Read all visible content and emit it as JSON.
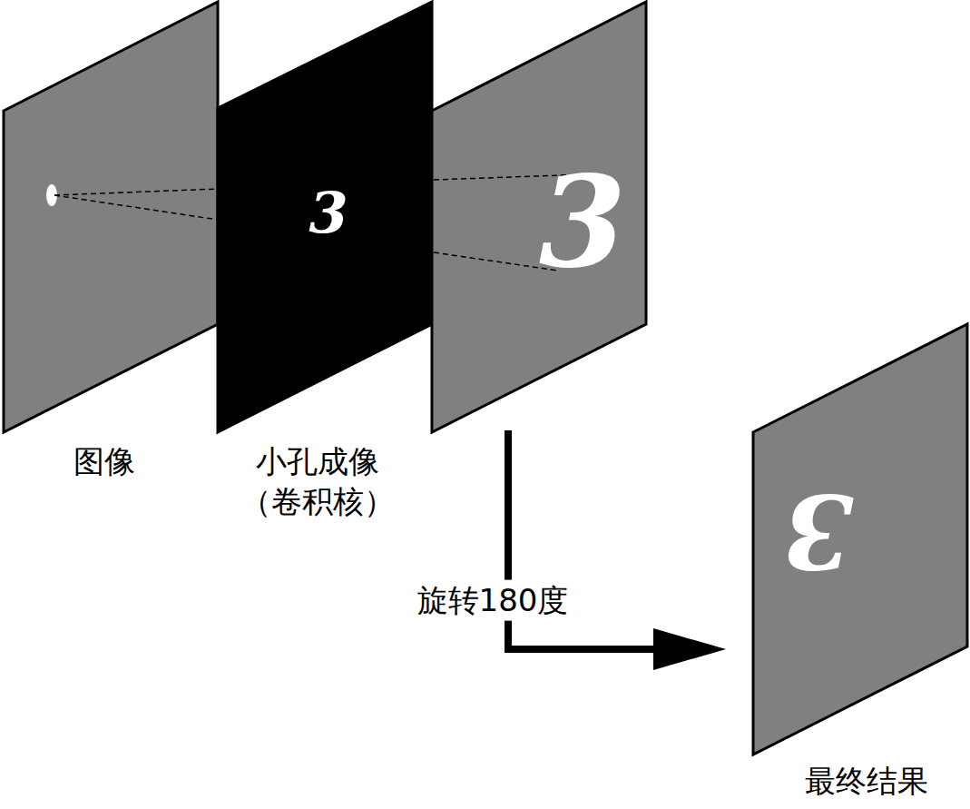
{
  "diagram": {
    "nodes": [
      {
        "text": [
          "图像"
        ]
      },
      {
        "text": [
          "3",
          "小孔成像 （卷积核）"
        ]
      },
      {
        "text": [
          "3"
        ]
      },
      {
        "text": [
          "3",
          "最终结果"
        ]
      }
    ],
    "edges": [
      {
        "from": 2,
        "to": 3,
        "arrow": "to",
        "label": "旋转180度"
      }
    ]
  }
}
